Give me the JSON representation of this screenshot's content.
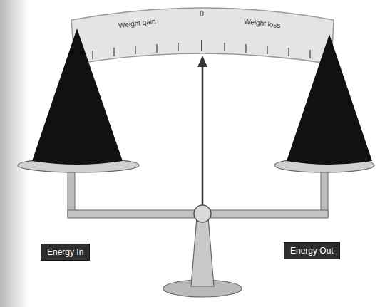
{
  "diagram": {
    "nodes": [
      {
        "text": [
          "Energy In"
        ]
      },
      {
        "text": [
          "Energy Out"
        ]
      }
    ],
    "labels": [
      "Weight gain",
      "0",
      "Weight loss"
    ]
  }
}
